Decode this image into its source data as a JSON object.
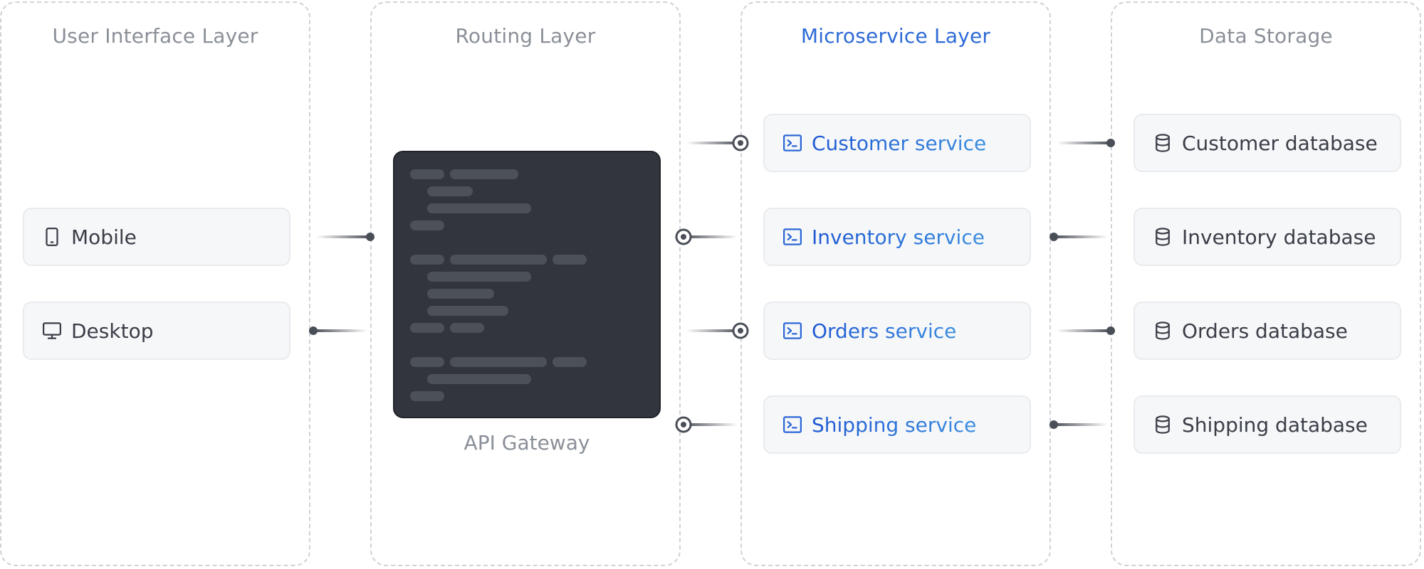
{
  "layers": [
    {
      "title": "User Interface Layer"
    },
    {
      "title": "Routing Layer"
    },
    {
      "title": "Microservice Layer"
    },
    {
      "title": "Data Storage"
    }
  ],
  "devices": [
    {
      "label": "Mobile",
      "icon": "mobile-icon"
    },
    {
      "label": "Desktop",
      "icon": "desktop-icon"
    }
  ],
  "gateway": {
    "label": "API Gateway",
    "icon": "code-block"
  },
  "services": [
    {
      "label": "Customer service",
      "icon": "terminal-icon"
    },
    {
      "label": "Inventory service",
      "icon": "terminal-icon"
    },
    {
      "label": "Orders service",
      "icon": "terminal-icon"
    },
    {
      "label": "Shipping service",
      "icon": "terminal-icon"
    }
  ],
  "databases": [
    {
      "label": "Customer database",
      "icon": "database-icon"
    },
    {
      "label": "Inventory database",
      "icon": "database-icon"
    },
    {
      "label": "Orders database",
      "icon": "database-icon"
    },
    {
      "label": "Shipping database",
      "icon": "database-icon"
    }
  ],
  "colors": {
    "accent": "#2d6ad6",
    "accent_light": "#3b8ee0",
    "card_bg": "#f6f7f9",
    "dashed_border": "#cfd2d7",
    "gateway_bg": "#32353d",
    "connector": "#4a4e57"
  }
}
